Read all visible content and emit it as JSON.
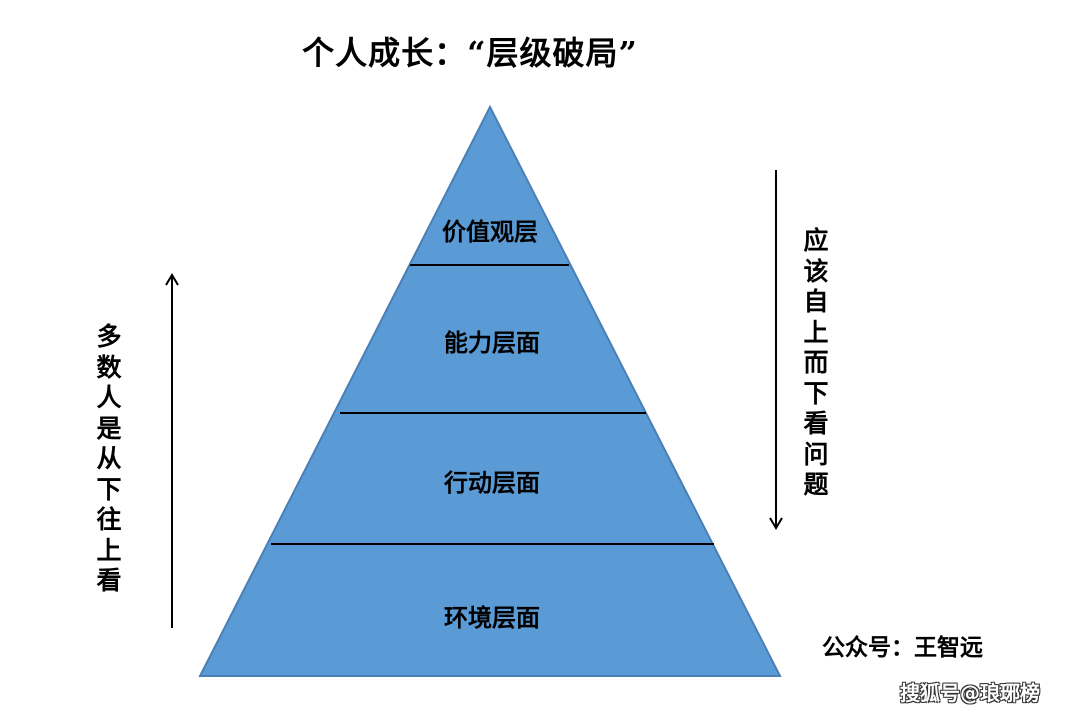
{
  "title": "个人成长：“层级破局”",
  "pyramid": {
    "fill_color": "#5b9bd5",
    "edge_color": "#4a7fb5",
    "divider_color": "#000000",
    "layers": [
      {
        "label": "价值观层"
      },
      {
        "label": "能力层面"
      },
      {
        "label": "行动层面"
      },
      {
        "label": "环境层面"
      }
    ]
  },
  "left_annotation": {
    "text": "多数人是从下往上看",
    "arrow_direction": "up"
  },
  "right_annotation": {
    "text": "应该自上而下看问题",
    "arrow_direction": "down"
  },
  "credit": "公众号：王智远",
  "watermark": "搜狐号@琅琊榜"
}
